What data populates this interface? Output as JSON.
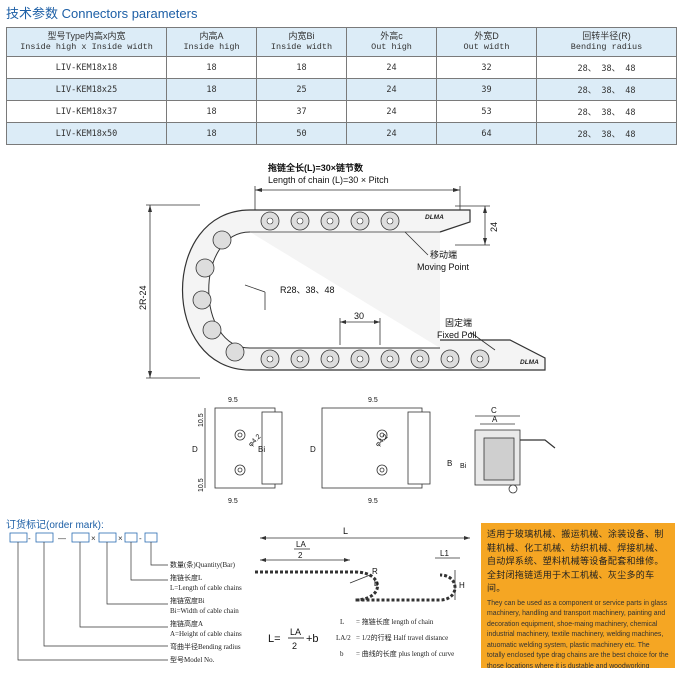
{
  "title": "技术参数  Connectors parameters",
  "table": {
    "headers": [
      {
        "zh": "型号Type内高x内宽",
        "en": "Inside high x Inside width"
      },
      {
        "zh": "内高A",
        "en": "Inside high"
      },
      {
        "zh": "内宽Bi",
        "en": "Inside width"
      },
      {
        "zh": "外高c",
        "en": "Out high"
      },
      {
        "zh": "外宽D",
        "en": "Out width"
      },
      {
        "zh": "回转半径(R)",
        "en": "Bending radius"
      }
    ],
    "rows": [
      [
        "LIV-KEM18x18",
        "18",
        "18",
        "24",
        "32",
        "28、 38、 48"
      ],
      [
        "LIV-KEM18x25",
        "18",
        "25",
        "24",
        "39",
        "28、 38、 48"
      ],
      [
        "LIV-KEM18x37",
        "18",
        "37",
        "24",
        "53",
        "28、 38、 48"
      ],
      [
        "LIV-KEM18x50",
        "18",
        "50",
        "24",
        "64",
        "28、 38、 48"
      ]
    ]
  },
  "drawing": {
    "chain_length_zh": "拖链全长(L)=30×链节数",
    "chain_length_en": "Length of chain (L)=30 × Pitch",
    "height_24": "24",
    "moving_zh": "移动端",
    "moving_en": "Moving Point",
    "radius": "R28、38、48",
    "label_2r": "2R-24",
    "pitch": "30",
    "fixed_zh": "固定端",
    "fixed_en": "Fixed Poll",
    "brand": "DLMA",
    "dim_95": "9.5",
    "dim_105": "10.5",
    "dim_d": "D",
    "dim_bi": "Bi",
    "dim_hole": "φ4.2",
    "dim_a": "A",
    "dim_b": "B",
    "dim_c": "C"
  },
  "order": {
    "title": "订货标记(order mark):",
    "labels": [
      {
        "zh": "数量(条)Quantity(Bar)",
        "en": ""
      },
      {
        "zh": "拖链长度L",
        "en": "L=Length of cable chains"
      },
      {
        "zh": "拖链宽度Bi",
        "en": "Bi=Width of cable chain"
      },
      {
        "zh": "拖链高度A",
        "en": "A=Height of cable chains"
      },
      {
        "zh": "弯曲半径Bending radius",
        "en": ""
      },
      {
        "zh": "型号Model No.",
        "en": ""
      }
    ]
  },
  "travel": {
    "L": "L",
    "LA2": "LA",
    "two": "2",
    "R": "R",
    "b": "b",
    "L1": "L1",
    "H": "H",
    "formula_lhs": "L=",
    "formula_plus": "+b",
    "legend": [
      {
        "sym": "L",
        "text": "=   拖链长度  length of chain"
      },
      {
        "sym": "LA/2",
        "text": "=   1/2的行程  Half travel distance"
      },
      {
        "sym": "b",
        "text": "=   曲线的长度  plus length of curve"
      }
    ]
  },
  "note": {
    "zh": "适用于玻璃机械、搬运机械、涂装设备、制鞋机械、化工机械、纺织机械、焊接机械、自动焊系统、塑料机械等设备配套和维修。全封闭拖链适用于木工机械、灰尘多的车间。",
    "en": "They can be used as a component or service parts in glass machinery, handling and transport machinery, painting and decoration equipment, shoe-maing machinery, chemical industrial machinery, textile machinery, welding machines, atuomatic welding system, plastic machinery etc. The totally enclosed type drag chains are the best choice for the those locations where it is dustable and woodworking machinery is operating."
  }
}
